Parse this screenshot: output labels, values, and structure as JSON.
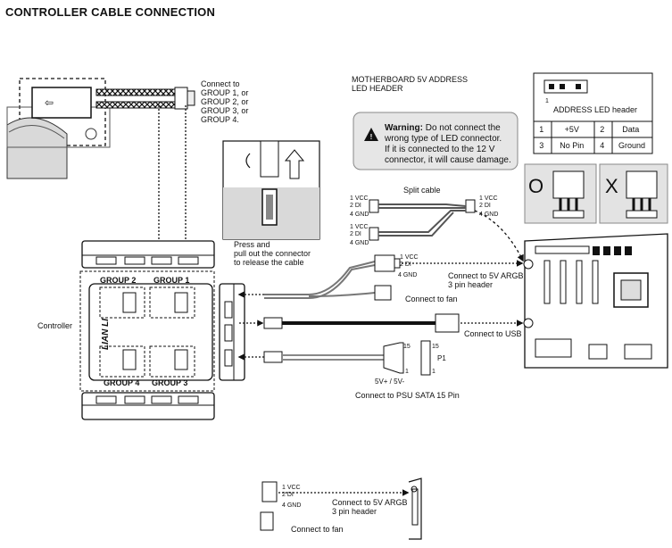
{
  "title": "CONTROLLER CABLE CONNECTION",
  "top_note": [
    "Connect to",
    "GROUP 1, or",
    "GROUP 2, or",
    "GROUP 3, or",
    "GROUP 4."
  ],
  "mb_header": [
    "MOTHERBOARD 5V ADDRESS",
    "LED HEADER"
  ],
  "warning": {
    "label": "Warning:",
    "lines": [
      "Do not connect the",
      "wrong type of LED connector.",
      "If it is connected to the 12 V",
      "connector, it will cause damage."
    ]
  },
  "address_table": {
    "caption": "ADDRESS LED header",
    "pin1_mark": "1",
    "rows": [
      [
        "1",
        "+5V",
        "2",
        "Data"
      ],
      [
        "3",
        "No Pin",
        "4",
        "Ground"
      ]
    ]
  },
  "ok_mark": "O",
  "ng_mark": "X",
  "split_cable": "Split cable",
  "pin_vcc": "1 VCC",
  "pin_di": "2 DI",
  "pin_gnd": "4 GND",
  "press_note": [
    "Press and",
    "pull out the connector",
    "to release the cable"
  ],
  "group_labels": {
    "g1": "GROUP 1",
    "g2": "GROUP 2",
    "g3": "GROUP 3",
    "g4": "GROUP 4"
  },
  "controller_label": "Controller",
  "logo": "LIAN LI",
  "argb_note": [
    "Connect to 5V ARGB",
    "3 pin header"
  ],
  "fan_note": "Connect to fan",
  "usb_note": "Connect to USB",
  "sata": {
    "left": "15",
    "right": "15",
    "one_left": "1",
    "one_right": "1",
    "p1": "P1",
    "volt": "5V+ / 5V-"
  },
  "psu_note": "Connect  to PSU SATA 15 Pin",
  "bottom": {
    "argb_note": [
      "Connect to 5V ARGB",
      "3 pin header"
    ],
    "fan_note": "Connect to fan"
  }
}
